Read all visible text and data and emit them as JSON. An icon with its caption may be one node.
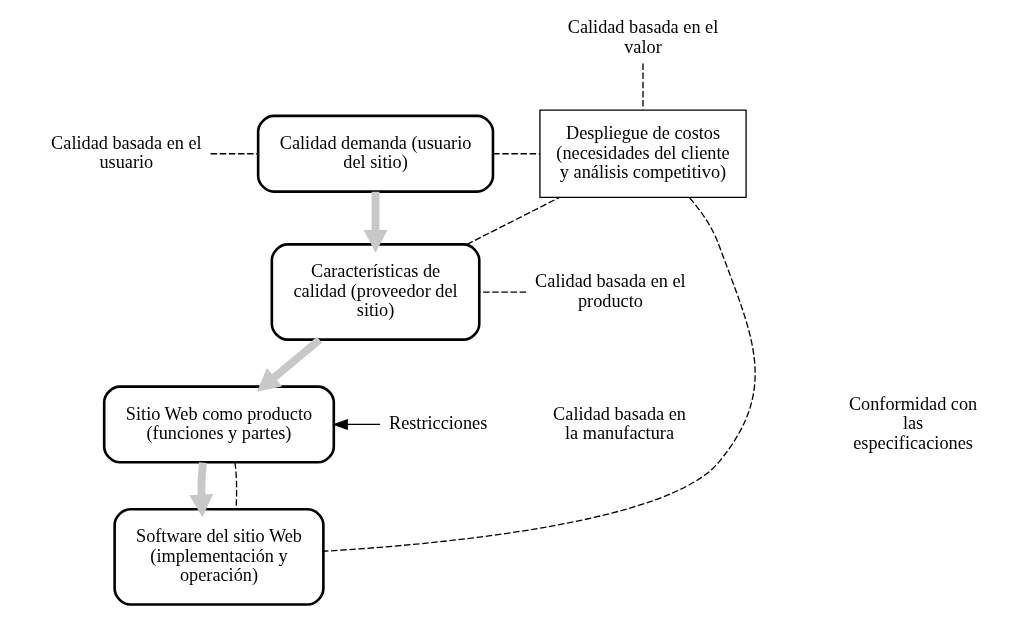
{
  "diagram": {
    "nodes": [
      {
        "text": [
          "Calidad basada en el usuario"
        ]
      },
      {
        "text": [
          "Calidad demanda (usuario del sitio)"
        ]
      },
      {
        "text": [
          "Calidad basada en el valor"
        ]
      },
      {
        "text": [
          "Despliegue de costos (necesidades del cliente y análisis competitivo)"
        ]
      },
      {
        "text": [
          "Calidad basada en el producto"
        ]
      },
      {
        "text": [
          "Características de calidad (proveedor del sitio)"
        ]
      },
      {
        "text": [
          "Sitio Web como producto (funciones y partes)"
        ]
      },
      {
        "text": [
          "Restricciones"
        ]
      },
      {
        "text": [
          "Software del sitio Web (implementación y operación)"
        ]
      }
    ],
    "edges": [
      {
        "from": 0,
        "to": 1,
        "arrow": "none",
        "style": "dashed"
      },
      {
        "from": 1,
        "to": 3,
        "arrow": "none",
        "style": "dashed"
      },
      {
        "from": 2,
        "to": 3,
        "arrow": "none",
        "style": "dashed"
      },
      {
        "from": 4,
        "to": 5,
        "arrow": "none",
        "style": "dashed"
      },
      {
        "from": 5,
        "to": 3,
        "arrow": "none",
        "style": "dashed"
      },
      {
        "from": 1,
        "to": 5,
        "arrow": "to",
        "style": "thick",
        "color": "#c8c8c8"
      },
      {
        "from": 5,
        "to": 6,
        "arrow": "to",
        "style": "thick",
        "color": "#c8c8c8"
      },
      {
        "from": 6,
        "to": 8,
        "arrow": "to",
        "style": "thick",
        "color": "#c8c8c8"
      },
      {
        "from": 7,
        "to": 6,
        "arrow": "to"
      },
      {
        "from": 3,
        "to": 8,
        "arrow": "none",
        "style": "dashed"
      },
      {
        "from": 6,
        "to": 8,
        "arrow": "none",
        "style": "dashed"
      }
    ],
    "labels": [
      "Calidad basada en la manufactura",
      "Conformidad con las especificaciones"
    ]
  }
}
